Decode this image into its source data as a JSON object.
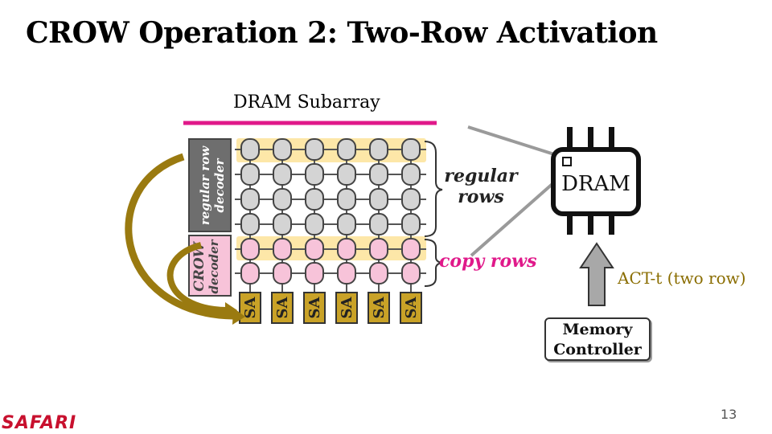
{
  "slide": {
    "title": "CROW Operation 2: Two-Row Activation",
    "page_number": "13"
  },
  "diagram": {
    "subarray_label": "DRAM Subarray",
    "regular_decoder_label": [
      "regular row",
      "decoder"
    ],
    "crow_decoder_label": [
      "CROW",
      "decoder"
    ],
    "regular_rows_label": [
      "regular",
      "rows"
    ],
    "copy_rows_label": "copy rows",
    "sense_amp_label": "SA",
    "sense_amp_count": 6,
    "dram_chip_label": "DRAM",
    "command_label": "ACT-t (two row)",
    "memory_controller_label": [
      "Memory",
      "Controller"
    ]
  },
  "logo": {
    "text": "SAFARI"
  },
  "colors": {
    "magenta": "#e0198a",
    "gold": "#9a7a10",
    "highlight": "#fde7a8",
    "regular_cell": "#d4d4d4",
    "copy_cell": "#f7c3d9",
    "sa_fill": "#c9a227"
  }
}
